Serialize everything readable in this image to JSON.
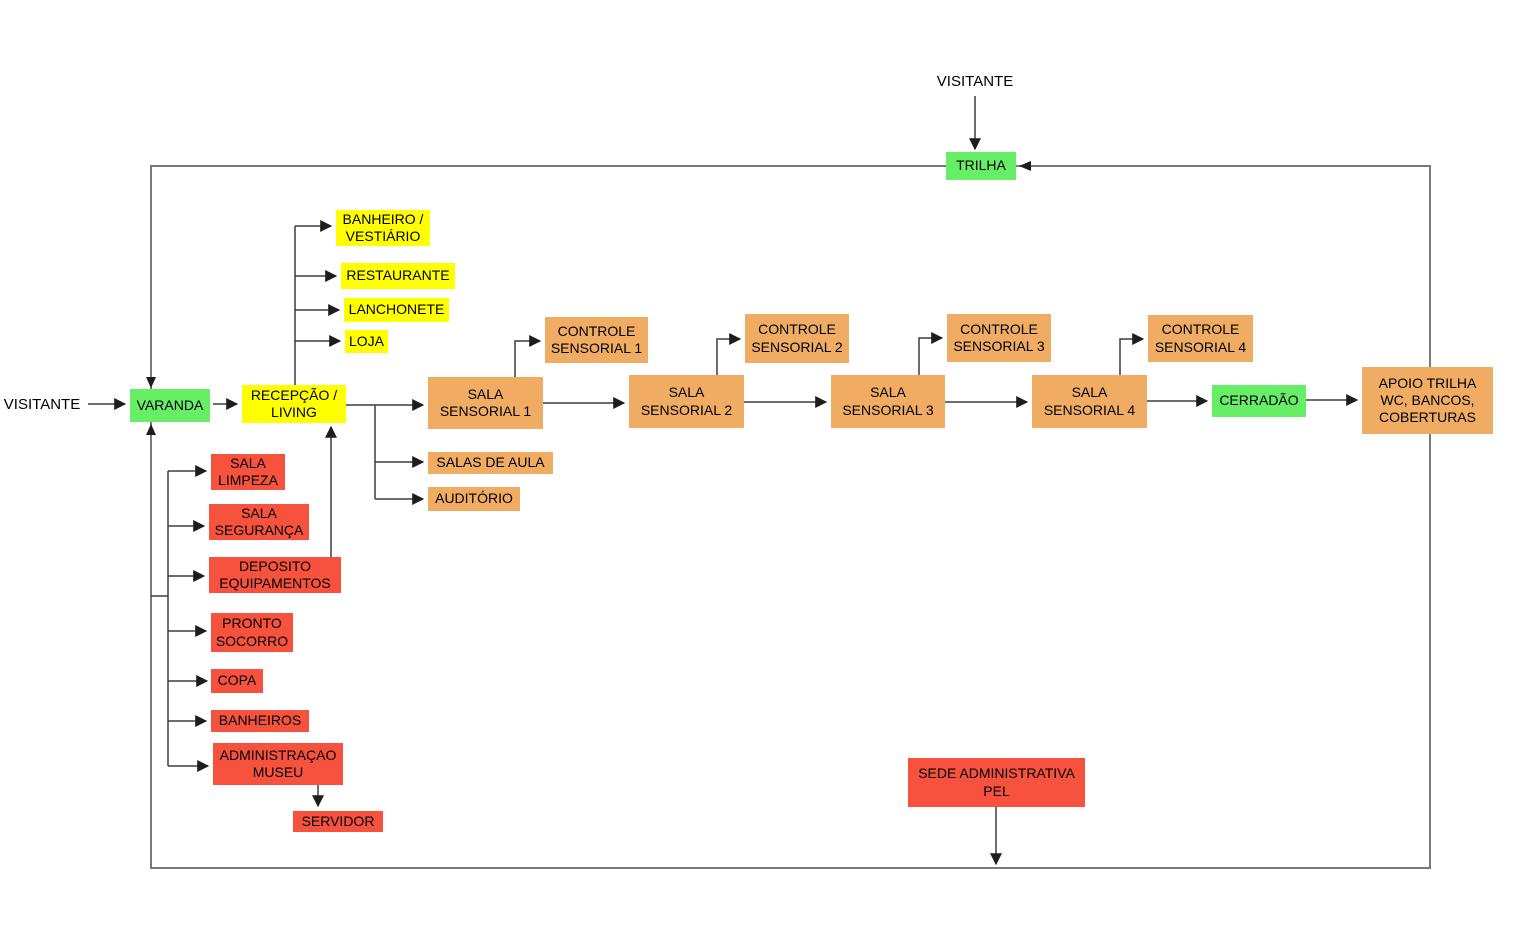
{
  "labels": {
    "visitante_top": "VISITANTE",
    "visitante_left": "VISITANTE"
  },
  "nodes": {
    "trilha": "TRILHA",
    "varanda": "VARANDA",
    "recepcao_living": "RECEPÇÃO /\nLIVING",
    "banheiro_vestiario": "BANHEIRO /\nVESTIÁRIO",
    "restaurante": "RESTAURANTE",
    "lanchonete": "LANCHONETE",
    "loja": "LOJA",
    "sala_sensorial_1": "SALA\nSENSORIAL 1",
    "sala_sensorial_2": "SALA\nSENSORIAL 2",
    "sala_sensorial_3": "SALA\nSENSORIAL 3",
    "sala_sensorial_4": "SALA\nSENSORIAL 4",
    "controle_sensorial_1": "CONTROLE\nSENSORIAL 1",
    "controle_sensorial_2": "CONTROLE\nSENSORIAL 2",
    "controle_sensorial_3": "CONTROLE\nSENSORIAL 3",
    "controle_sensorial_4": "CONTROLE\nSENSORIAL 4",
    "cerradao": "CERRADÃO",
    "apoio_trilha": "APOIO TRILHA\nWC, BANCOS,\nCOBERTURAS",
    "salas_de_aula": "SALAS DE AULA",
    "auditorio": "AUDITÓRIO",
    "sala_limpeza": "SALA\nLIMPEZA",
    "sala_seguranca": "SALA\nSEGURANÇA",
    "deposito_equipamentos": "DEPOSITO\nEQUIPAMENTOS",
    "pronto_socorro": "PRONTO\nSOCORRO",
    "copa": "COPA",
    "banheiros": "BANHEIROS",
    "administracao_museu": "ADMINISTRAÇAO\nMUSEU",
    "servidor": "SERVIDOR",
    "sede_administrativa_pel": "SEDE ADMINISTRATIVA\nPEL"
  },
  "colors": {
    "green": "#66EE66",
    "yellow": "#FFFF00",
    "orange": "#F0AC62",
    "red": "#F6523E",
    "frame": "#7A7A7A",
    "line": "#3D3D3D",
    "arrowhead": "#1D1D1D"
  }
}
